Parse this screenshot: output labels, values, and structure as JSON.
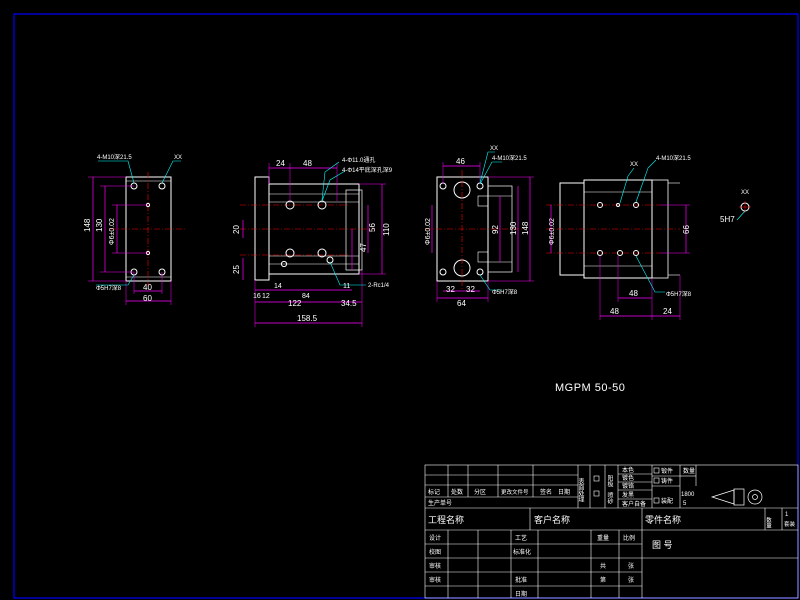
{
  "drawing": {
    "model": "MGPM 50-50",
    "colors": {
      "background": "#000000",
      "frame": "#0000FF",
      "outline": "#FFFFFF",
      "dimension": "#FF00FF",
      "centerline": "#FF0000",
      "leader": "#00FFFF",
      "title_text": "#FFFFFF"
    },
    "view_front": {
      "d_top": "4-M10深21.5",
      "d_xx": "XX",
      "d_148": "148",
      "d_130": "130",
      "d_phi": "Φ6±0.02",
      "d_hole": "Φ5H7深8",
      "d_40": "40",
      "d_60": "60"
    },
    "view_side": {
      "d_24": "24",
      "d_48": "48",
      "d_note1": "4-Φ11.0通孔",
      "d_note2": "4-Φ14平底深孔深9",
      "d_20": "20",
      "d_25": "25",
      "d_56": "56",
      "d_110": "110",
      "d_47": "47",
      "d_16": "16",
      "d_12": "12",
      "d_14": "14",
      "d_84": "84",
      "d_11": "11",
      "d_port": "2-Rc1/4",
      "d_122": "122",
      "d_345": "34.5",
      "d_1585": "158.5"
    },
    "view_rear": {
      "d_46": "46",
      "d_xx": "XX",
      "d_note": "4-M10深21.5",
      "d_phi": "Φ6±0.02",
      "d_92": "92",
      "d_130": "130",
      "d_148": "148",
      "d_32a": "32",
      "d_32b": "32",
      "d_hole": "Φ5H7深8",
      "d_64": "64"
    },
    "view_top": {
      "d_xx": "XX",
      "d_note": "4-M10深21.5",
      "d_phi": "Φ6±0.02",
      "d_66": "66",
      "d_48a": "48",
      "d_hole": "Φ5H7深8",
      "d_48b": "48",
      "d_24": "24"
    },
    "detail": {
      "d_xx": "XX",
      "d_fit": "5H7"
    },
    "title_block": {
      "rev_cols": [
        "标记",
        "处数",
        "分区",
        "更改文件号",
        "签名",
        "日期"
      ],
      "prod_no": "生产单号",
      "surface_label": "表面处理",
      "finish_1": "阳极",
      "finish_2": "喷砂",
      "finishes": [
        "本色",
        "镀色",
        "镀铬",
        "发黑",
        "客户自备"
      ],
      "mat_1": "锻件",
      "mat_2": "铸件",
      "mat_3": "装配",
      "qty_label": "数量",
      "unit": "1",
      "unit2": "件",
      "size_label": "1800",
      "page_no": "5",
      "project": "工程名称",
      "customer": "客户名称",
      "part_name": "零件名称",
      "qty2": "数量",
      "unit_cell": "1",
      "unit_cell2": "套装",
      "rows_left": [
        "设计",
        "校图",
        "审核",
        "审核"
      ],
      "rows_mid": [
        "工艺",
        "标准化",
        "批准",
        "日期"
      ],
      "weight": "重量",
      "scale": "比例",
      "drawing_no": "图 号",
      "sheets_total": "共",
      "sheets_of": "张",
      "sheet_no": "第",
      "sheet_of": "张"
    }
  }
}
